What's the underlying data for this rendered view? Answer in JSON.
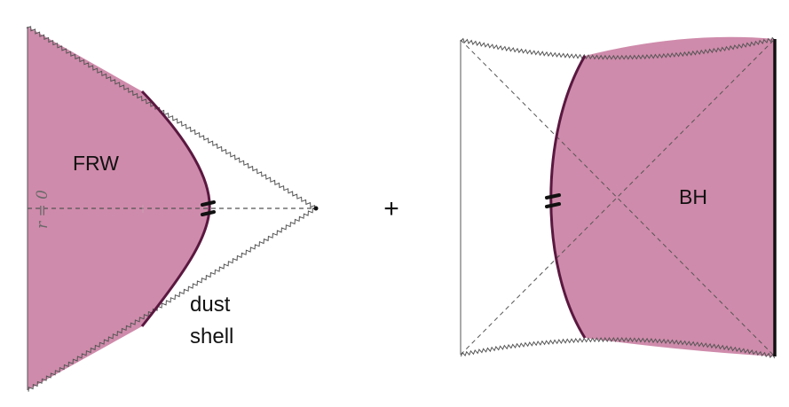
{
  "colors": {
    "region_fill": "#cf8bab",
    "shell_stroke": "#5a1840",
    "jagged_stroke": "#555555",
    "dashed_stroke": "#555555",
    "text": "#111111",
    "axis_label": "#6a6a6a",
    "boundary": "#111111"
  },
  "left_diagram": {
    "region_label": "FRW",
    "axis_label": "r = 0",
    "shell_label_line1": "dust",
    "shell_label_line2": "shell"
  },
  "plus_sign": "+",
  "right_diagram": {
    "region_label": "BH"
  }
}
